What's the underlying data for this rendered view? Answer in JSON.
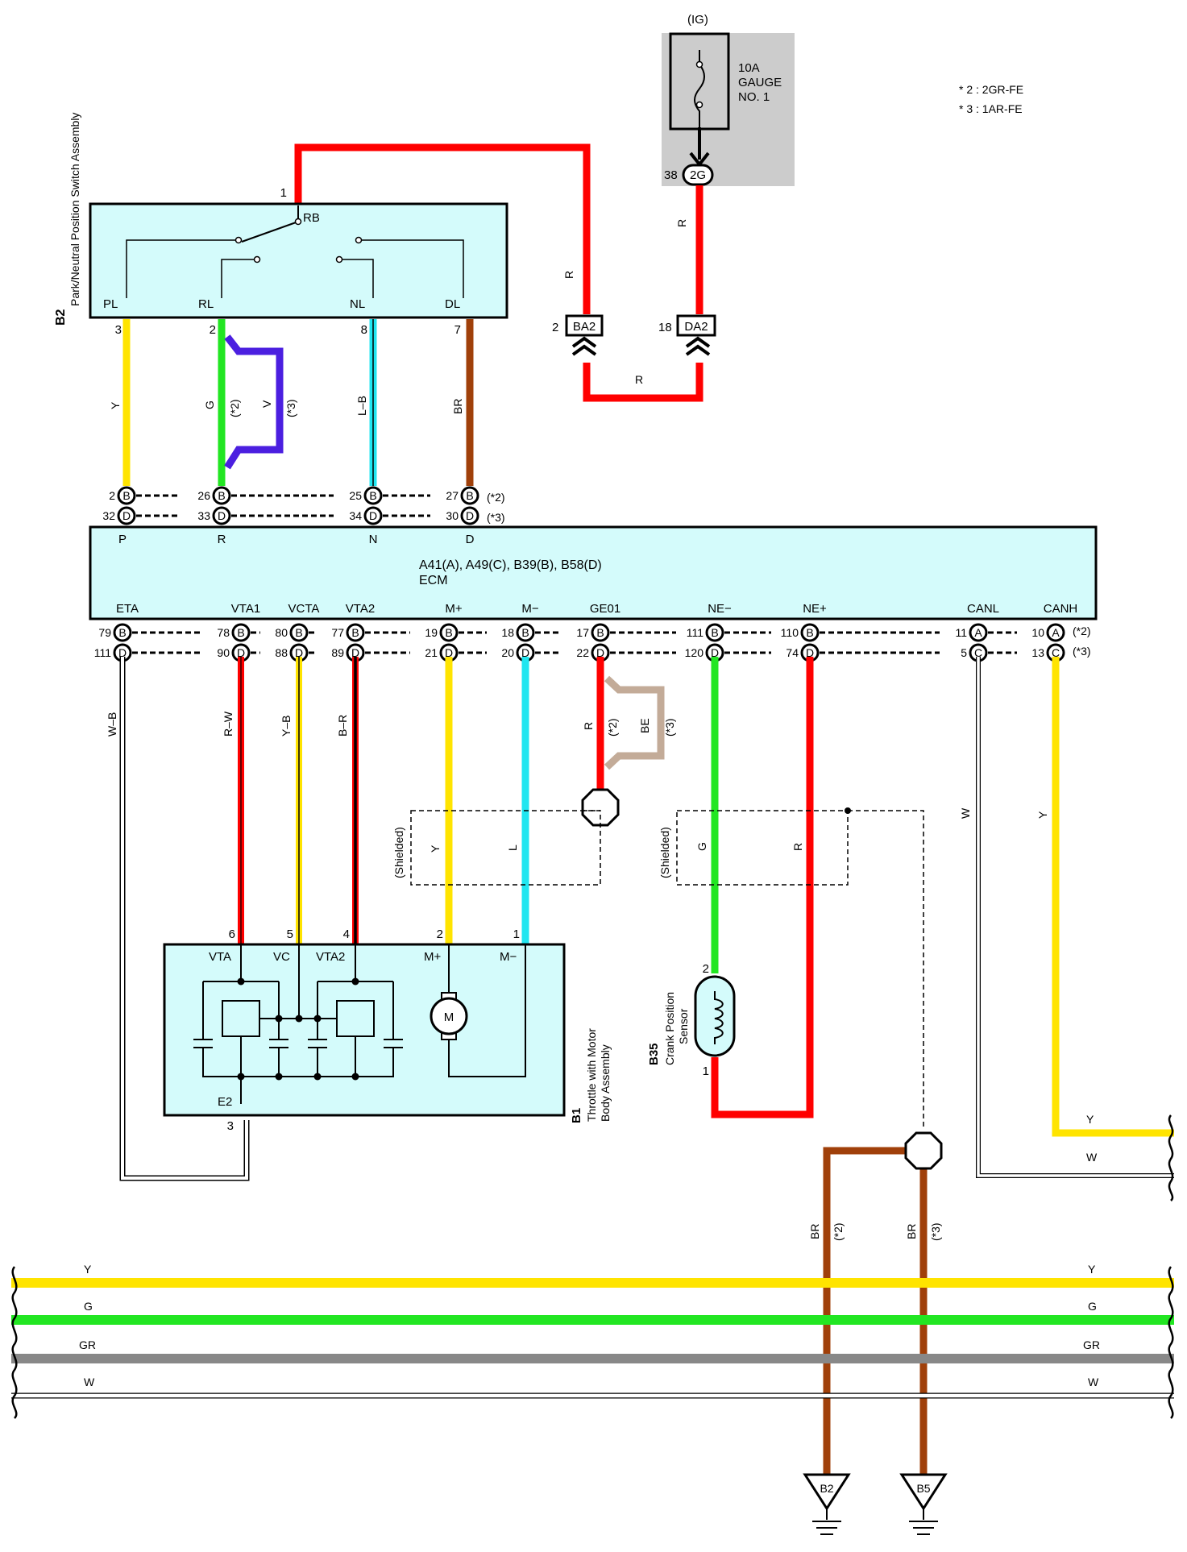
{
  "notes": [
    "* 2 : 2GR-FE",
    "* 3 : 1AR-FE"
  ],
  "fuse": {
    "source": "(IG)",
    "line1": "10A",
    "line2": "GAUGE",
    "line3": "NO. 1",
    "pin": "38",
    "conn": "2G"
  },
  "connectors": {
    "ba2": {
      "pin": "2",
      "conn": "BA2"
    },
    "da2": {
      "pin": "18",
      "conn": "DA2"
    }
  },
  "pnp": {
    "code": "B2",
    "name": "Park/Neutral Position Switch Assembly",
    "pin_top": "1",
    "rb": "RB",
    "terms": [
      "PL",
      "RL",
      "NL",
      "DL"
    ],
    "pins": [
      "3",
      "2",
      "8",
      "7"
    ]
  },
  "ecm": {
    "title": "A41(A), A49(C), B39(B), B58(D)",
    "name": "ECM",
    "top_terms": [
      "P",
      "R",
      "N",
      "D"
    ],
    "top_row_b": [
      "2",
      "26",
      "25",
      "27"
    ],
    "top_row_d": [
      "32",
      "33",
      "34",
      "30"
    ],
    "bottom_terms": [
      "ETA",
      "VTA1",
      "VCTA",
      "VTA2",
      "M+",
      "M−",
      "GE01",
      "NE−",
      "NE+",
      "CANL",
      "CANH"
    ],
    "bottom_row1": [
      "79",
      "78",
      "80",
      "77",
      "19",
      "18",
      "17",
      "111",
      "110",
      "11",
      "10"
    ],
    "bottom_row2": [
      "111",
      "90",
      "88",
      "89",
      "21",
      "20",
      "22",
      "120",
      "74",
      "5",
      "13"
    ],
    "conn_row1": [
      "B",
      "B",
      "B",
      "B",
      "B",
      "B",
      "B",
      "B",
      "B",
      "A",
      "A"
    ],
    "conn_row2": [
      "D",
      "D",
      "D",
      "D",
      "D",
      "D",
      "D",
      "D",
      "D",
      "C",
      "C"
    ],
    "conn_top_b": "B",
    "conn_top_d": "D"
  },
  "variants": {
    "v2": "(*2)",
    "v3": "(*3)"
  },
  "wire_labels": {
    "r": "R",
    "y": "Y",
    "g": "G",
    "v": "V",
    "lb": "L–B",
    "br": "BR",
    "wb": "W–B",
    "rw": "R–W",
    "yb": "Y–B",
    "bk_r": "B–R",
    "l": "L",
    "be": "BE",
    "w": "W",
    "gr": "GR"
  },
  "shielded": "(Shielded)",
  "throttle": {
    "code": "B1",
    "name1": "Throttle with Motor",
    "name2": "Body Assembly",
    "terms": [
      "VTA",
      "VC",
      "VTA2",
      "M+",
      "M−"
    ],
    "pins": [
      "6",
      "5",
      "4",
      "2",
      "1"
    ],
    "e2": "E2",
    "e2_pin": "3",
    "motor": "M"
  },
  "crank": {
    "code": "B35",
    "name1": "Crank Position",
    "name2": "Sensor",
    "pin_top": "2",
    "pin_bottom": "1"
  },
  "grounds": [
    "B2",
    "B5"
  ],
  "colors": {
    "red": "#ff0000",
    "yellow": "#ffe400",
    "green": "#22e622",
    "violet": "#4b1fe0",
    "cyan": "#20e6f0",
    "brown": "#a0400a",
    "tan": "#c3ab98",
    "gray": "#888888",
    "box": "#d4fbfb",
    "fusebox": "#cccccc"
  }
}
